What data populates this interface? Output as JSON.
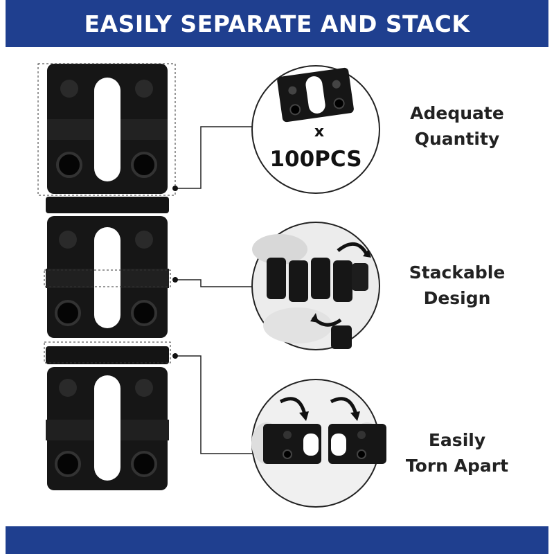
{
  "colors": {
    "banner": "#1f3f8f",
    "footer": "#1f3f8f",
    "product": "#161616",
    "connector": "#222222"
  },
  "banner": {
    "title": "EASILY SEPARATE AND STACK"
  },
  "features": [
    {
      "line1": "Adequate",
      "line2": "Quantity",
      "icon": "single-shim-icon"
    },
    {
      "line1": "Stackable",
      "line2": "Design",
      "icon": "stacking-hands-icon"
    },
    {
      "line1": "Easily",
      "line2": "Torn Apart",
      "icon": "tearing-apart-icon"
    }
  ],
  "quantity": {
    "multiplier": "x",
    "amount": "100PCS"
  }
}
